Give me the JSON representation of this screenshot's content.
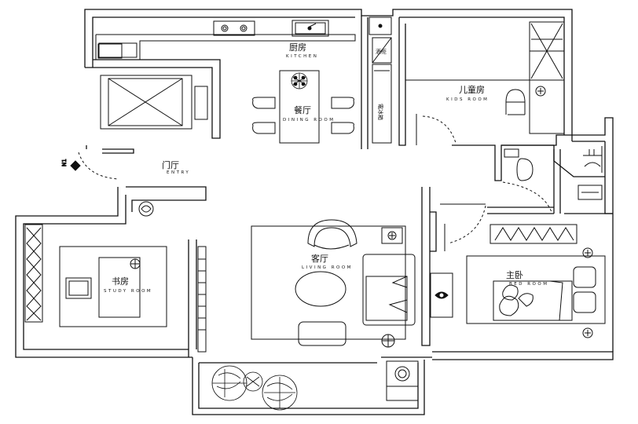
{
  "rooms": {
    "kitchen": {
      "cn": "厨房",
      "en": "KITCHEN"
    },
    "dining": {
      "cn": "餐厅",
      "en": "DINING ROOM"
    },
    "kids": {
      "cn": "儿童房",
      "en": "KIDS ROOM"
    },
    "entry": {
      "cn": "门厅",
      "en": "ENTRY"
    },
    "study": {
      "cn": "书房",
      "en": "STUDY ROOM"
    },
    "living": {
      "cn": "客厅",
      "en": "LIVING ROOM"
    },
    "master": {
      "cn": "主卧",
      "en": "BED ROOM"
    }
  },
  "cabinets": {
    "wine": "酒柜",
    "fridge": "電冰箱"
  },
  "entry_mark": "N1"
}
